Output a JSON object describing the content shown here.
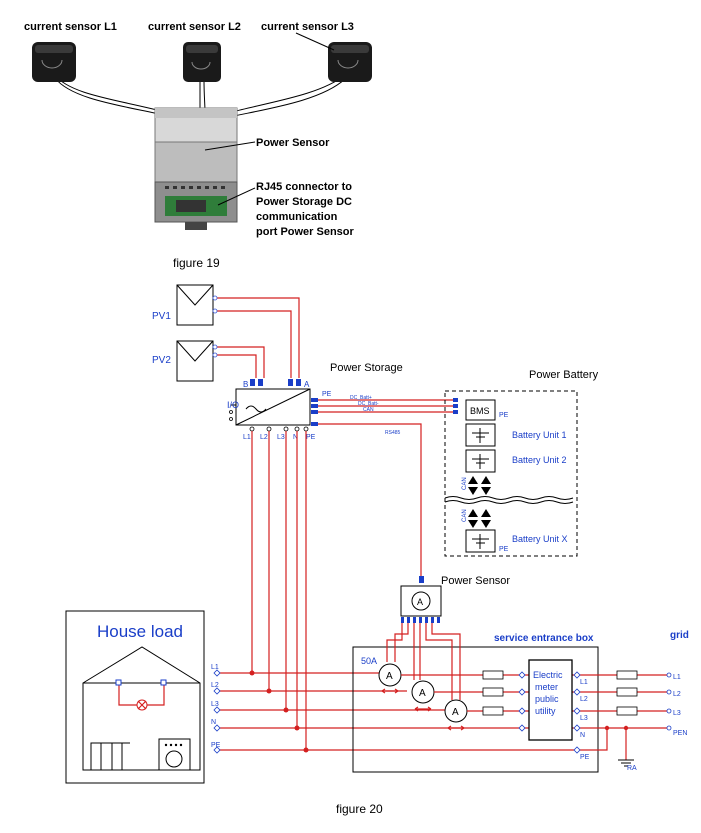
{
  "figure19": {
    "caption": "figure 19",
    "sensor_l1": "current sensor L1",
    "sensor_l2": "current sensor L2",
    "sensor_l3": "current sensor L3",
    "power_sensor": "Power Sensor",
    "rj45_lines": [
      "RJ45 connector to",
      "Power Storage DC",
      "communication",
      "port Power Sensor"
    ]
  },
  "figure20": {
    "caption": "figure 20",
    "pv1": "PV1",
    "pv2": "PV2",
    "power_storage": "Power Storage",
    "power_battery": "Power Battery",
    "io": "I/O",
    "inv_terminals": [
      "L1",
      "L2",
      "L3",
      "N",
      "PE"
    ],
    "pv_inputs": [
      "B",
      "A"
    ],
    "pe": "PE",
    "dc_labels": [
      "DC_Batt+",
      "DC_Batt-",
      "CAN"
    ],
    "rs485": "RS485",
    "bms": "BMS",
    "battery_units": [
      "Battery Unit 1",
      "Battery Unit 2",
      "Battery Unit X"
    ],
    "can": "CAN",
    "power_sensor": "Power Sensor",
    "ammeter": "A",
    "house_load": "House load",
    "house_terminals": [
      "L1",
      "L2",
      "L3",
      "N",
      "PE"
    ],
    "service_box": "service entrance box",
    "grid": "grid",
    "fuse_rating": "50A",
    "meter_lines": [
      "Electric",
      "meter",
      "public",
      "utility"
    ],
    "meter_terminals_left": [
      "L1",
      "L2",
      "L3"
    ],
    "box_terminals": [
      "N",
      "PE"
    ],
    "grid_terminals": [
      "L1",
      "L2",
      "L3",
      "PEN"
    ],
    "ra": "RA"
  }
}
